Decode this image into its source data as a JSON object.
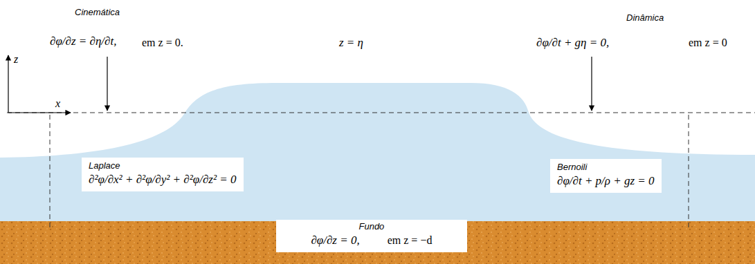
{
  "diagram": {
    "nodes": [
      {
        "text": [
          "Laplace",
          "∂²φ/∂x² + ∂²φ/∂y² + ∂²φ/∂z² = 0"
        ]
      },
      {
        "text": [
          "Bernoili",
          "∂φ/∂t + p/ρ + gz = 0"
        ]
      },
      {
        "text": [
          "Fundo",
          "∂φ/∂z = 0,",
          "em z = −d"
        ]
      }
    ],
    "labels": [
      "Cinemática",
      "z",
      "∂φ/∂z = ∂η/∂t,",
      "em z = 0.",
      "z = η",
      "Dinâmica",
      "∂φ/∂t + gη = 0,",
      "em z = 0",
      "x"
    ]
  }
}
